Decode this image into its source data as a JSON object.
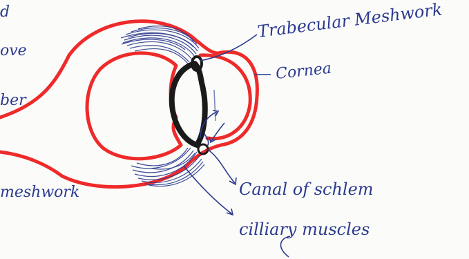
{
  "labels": {
    "trabecular_meshwork": "Trabecular Meshwork",
    "cornea": "Cornea",
    "canal_of_schlem": "Canal of schlem",
    "cilliary_muscles": "cilliary muscles"
  },
  "cut_off_fragments": [
    "d",
    "ove",
    "ber",
    "meshwork"
  ],
  "colors": {
    "eye_outline": "#ee2a2a",
    "ink": "#2b3a8f",
    "lens": "#1a1a1a",
    "background": "#fbfbf9"
  }
}
